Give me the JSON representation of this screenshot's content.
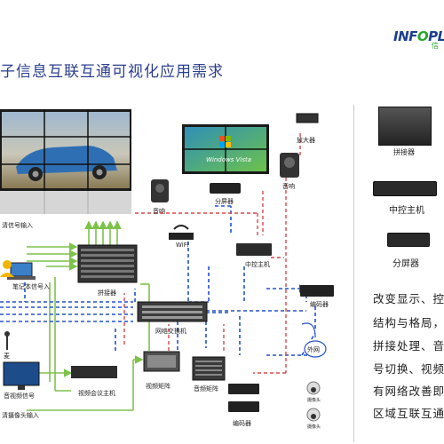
{
  "header": {
    "title": "子信息互联互通可视化应用需求",
    "logo_main": "INFOPL",
    "logo_sub": "信"
  },
  "diagram": {
    "labels": {
      "hd_input": "清信号输入",
      "laptop_input": "笔记本信号入",
      "splicer": "拼接器",
      "audio1": "音响",
      "splitter1": "分屏器",
      "audio2": "音响",
      "amplifier": "放大器",
      "wifi": "WiFi",
      "central_host": "中控主机",
      "network_switch": "网络交换机",
      "encoder1": "编码器",
      "external_network": "外网",
      "mic": "麦",
      "video_conf_signal": "音视频信号",
      "hd_camera_input": "清摄像头输入",
      "video_conf_host": "视频会议主机",
      "video_matrix": "视频矩阵",
      "audio_matrix": "音频矩阵",
      "encoder2": "编码器",
      "camera1": "摄像头",
      "camera2": "摄像头",
      "windows_text": "Windows Vista"
    }
  },
  "legend_panel": {
    "items": [
      {
        "label": "拼接器"
      },
      {
        "label": "中控主机"
      },
      {
        "label": "分屏器"
      }
    ]
  },
  "description": {
    "lines": [
      "改变显示、控",
      "结构与格局，",
      "拼接处理、音",
      "号切换、视频",
      "有网络改善即",
      "区域互联互通"
    ]
  },
  "colors": {
    "green_line": "#7dc24b",
    "blue_line": "#2352c8",
    "red_line": "#d84a4a",
    "title_blue": "#2a3f8f"
  }
}
